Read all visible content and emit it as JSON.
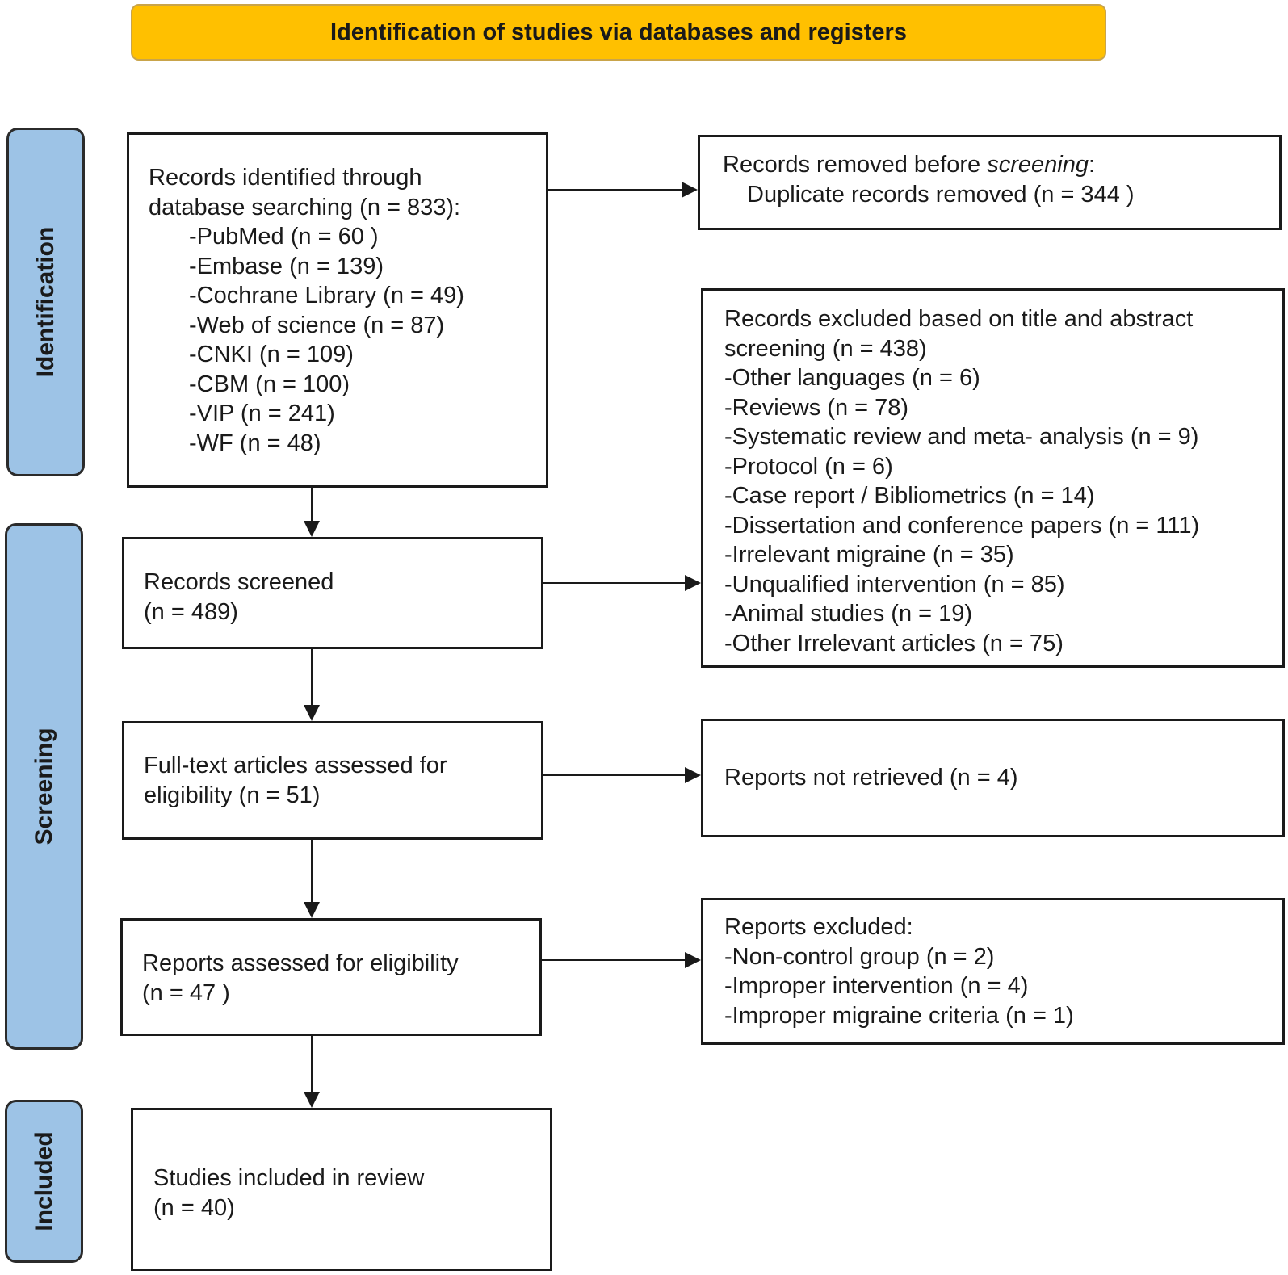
{
  "header": {
    "title": "Identification of studies via databases and registers"
  },
  "phases": {
    "identification": "Identification",
    "screening": "Screening",
    "included": "Included"
  },
  "identified": {
    "line1": "Records identified through",
    "line2": "database searching (n = 833):",
    "sources": [
      "-PubMed (n = 60 )",
      "-Embase (n = 139)",
      "-Cochrane Library (n = 49)",
      "-Web of science (n = 87)",
      "-CNKI (n = 109)",
      "-CBM (n = 100)",
      "-VIP (n = 241)",
      "-WF (n = 48)"
    ]
  },
  "removed": {
    "line1_prefix": "Records removed before ",
    "line1_italic": "screening",
    "line1_suffix": ":",
    "line2": "Duplicate records removed  (n = 344 )"
  },
  "screened": {
    "line1": "Records screened",
    "line2": "(n = 489)"
  },
  "excluded_title": {
    "line1": "Records excluded based on title and abstract",
    "line2": "screening (n = 438)",
    "items": [
      "-Other languages (n = 6)",
      "-Reviews (n = 78)",
      "-Systematic review and meta- analysis (n = 9)",
      "-Protocol (n = 6)",
      "-Case report / Bibliometrics (n = 14)",
      "-Dissertation and conference papers (n = 111)",
      "-Irrelevant migraine (n = 35)",
      "-Unqualified intervention (n = 85)",
      "-Animal studies (n = 19)",
      "-Other Irrelevant articles (n = 75)"
    ]
  },
  "fulltext": {
    "line1": "Full-text articles assessed for",
    "line2": "eligibility (n = 51)"
  },
  "not_retrieved": {
    "line1": "Reports not retrieved (n = 4)"
  },
  "reports_assessed": {
    "line1": "Reports assessed for eligibility",
    "line2": "(n = 47 )"
  },
  "reports_excluded": {
    "line1": "Reports excluded:",
    "items": [
      "-Non-control group (n = 2)",
      "-Improper intervention (n = 4)",
      "-Improper migraine criteria (n = 1)"
    ]
  },
  "included": {
    "line1": "Studies included in review",
    "line2": "(n = 40)"
  },
  "colors": {
    "header_fill": "#FFC000",
    "phase_fill": "#9DC3E6",
    "stroke": "#1a1a1a"
  }
}
